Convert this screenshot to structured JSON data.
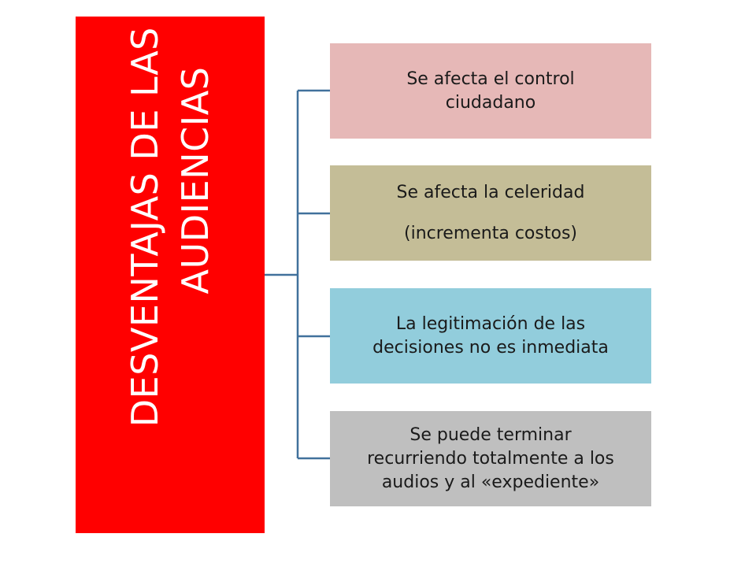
{
  "diagram": {
    "main": {
      "title": "DESVENTAJAS DE LAS MINI AUDIENCIAS",
      "color": "#ff0000",
      "text_color": "#ffffff"
    },
    "connector_color": "#41719c",
    "items": [
      {
        "lines": [
          "Se afecta el control",
          "ciudadano"
        ],
        "color": "#e6b8b7"
      },
      {
        "lines": [
          "Se afecta la celeridad",
          "(incrementa costos)"
        ],
        "color": "#c4bd97"
      },
      {
        "lines": [
          "La legitimación de las",
          "decisiones no es inmediata"
        ],
        "color": "#92cddc"
      },
      {
        "lines": [
          "Se puede terminar",
          "recurriendo totalmente a los",
          "audios y al «expediente»"
        ],
        "color": "#bfbfbf"
      }
    ]
  }
}
